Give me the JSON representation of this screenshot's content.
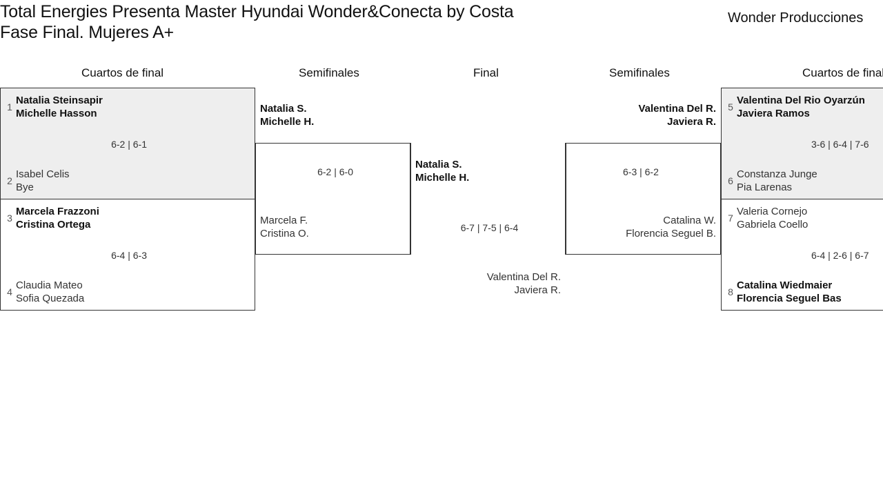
{
  "header": {
    "title": "Total Energies Presenta Master Hyundai Wonder&Conecta by Costa\nFase Final. Mujeres A+",
    "brand": "Wonder Producciones"
  },
  "rounds": {
    "qf_left": "Cuartos de final",
    "sf_left": "Semifinales",
    "final": "Final",
    "sf_right": "Semifinales",
    "qf_right": "Cuartos de final"
  },
  "colors": {
    "shaded_box": "#eeeeee",
    "border": "#333333",
    "text": "#111111",
    "seed": "#555555"
  },
  "matches": {
    "qf1": {
      "top": {
        "seed": "1",
        "names": "Natalia Steinsapir\nMichelle Hasson",
        "winner": true
      },
      "bottom": {
        "seed": "2",
        "names": "Isabel Celis\nBye",
        "winner": false
      },
      "score": "6-2 | 6-1"
    },
    "qf2": {
      "top": {
        "seed": "3",
        "names": "Marcela Frazzoni\nCristina Ortega",
        "winner": true
      },
      "bottom": {
        "seed": "4",
        "names": "Claudia Mateo\nSofia Quezada",
        "winner": false
      },
      "score": "6-4 | 6-3"
    },
    "qf3": {
      "top": {
        "seed": "5",
        "names": "Valentina Del Rio Oyarzún\nJaviera Ramos",
        "winner": true
      },
      "bottom": {
        "seed": "6",
        "names": "Constanza Junge\nPia Larenas",
        "winner": false
      },
      "score": "3-6 | 6-4 | 7-6"
    },
    "qf4": {
      "top": {
        "seed": "7",
        "names": "Valeria Cornejo\nGabriela Coello",
        "winner": false
      },
      "bottom": {
        "seed": "8",
        "names": "Catalina Wiedmaier\nFlorencia Seguel Bas",
        "winner": true
      },
      "score": "6-4 | 2-6 | 6-7"
    },
    "sf_left": {
      "top": {
        "names": "Natalia S.\nMichelle H.",
        "winner": true
      },
      "bottom": {
        "names": "Marcela F.\nCristina O.",
        "winner": false
      },
      "score": "6-2 | 6-0"
    },
    "sf_right": {
      "top": {
        "names": "Valentina Del R.\nJaviera R.",
        "winner": true
      },
      "bottom": {
        "names": "Catalina W.\nFlorencia Seguel B.",
        "winner": false
      },
      "score": "6-3 | 6-2"
    },
    "final": {
      "top": {
        "names": "Natalia S.\nMichelle H.",
        "winner": true
      },
      "bottom": {
        "names": "Valentina Del R.\nJaviera R.",
        "winner": false
      },
      "score": "6-7 | 7-5 | 6-4"
    }
  }
}
